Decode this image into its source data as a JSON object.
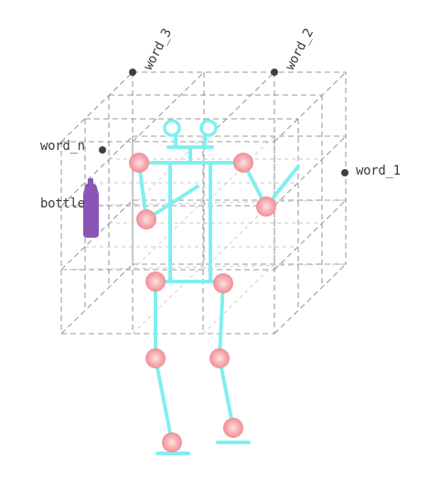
{
  "labels": {
    "word_1": "word_1",
    "word_2": "word_2",
    "word_3": "word_3",
    "word_n": "word_n",
    "bottle": "bottle"
  },
  "colors": {
    "grid": "#9a9a9a",
    "grid_inner": "#c4c4c4",
    "skeleton": "#7ef0f0",
    "skeleton_stroke": "#5ed8e0",
    "joint": "#f4a0a4",
    "joint_center": "#fbd3d5",
    "bottle": "#8a55b5",
    "point": "#3f3f3f",
    "text": "#3a3a3a"
  }
}
